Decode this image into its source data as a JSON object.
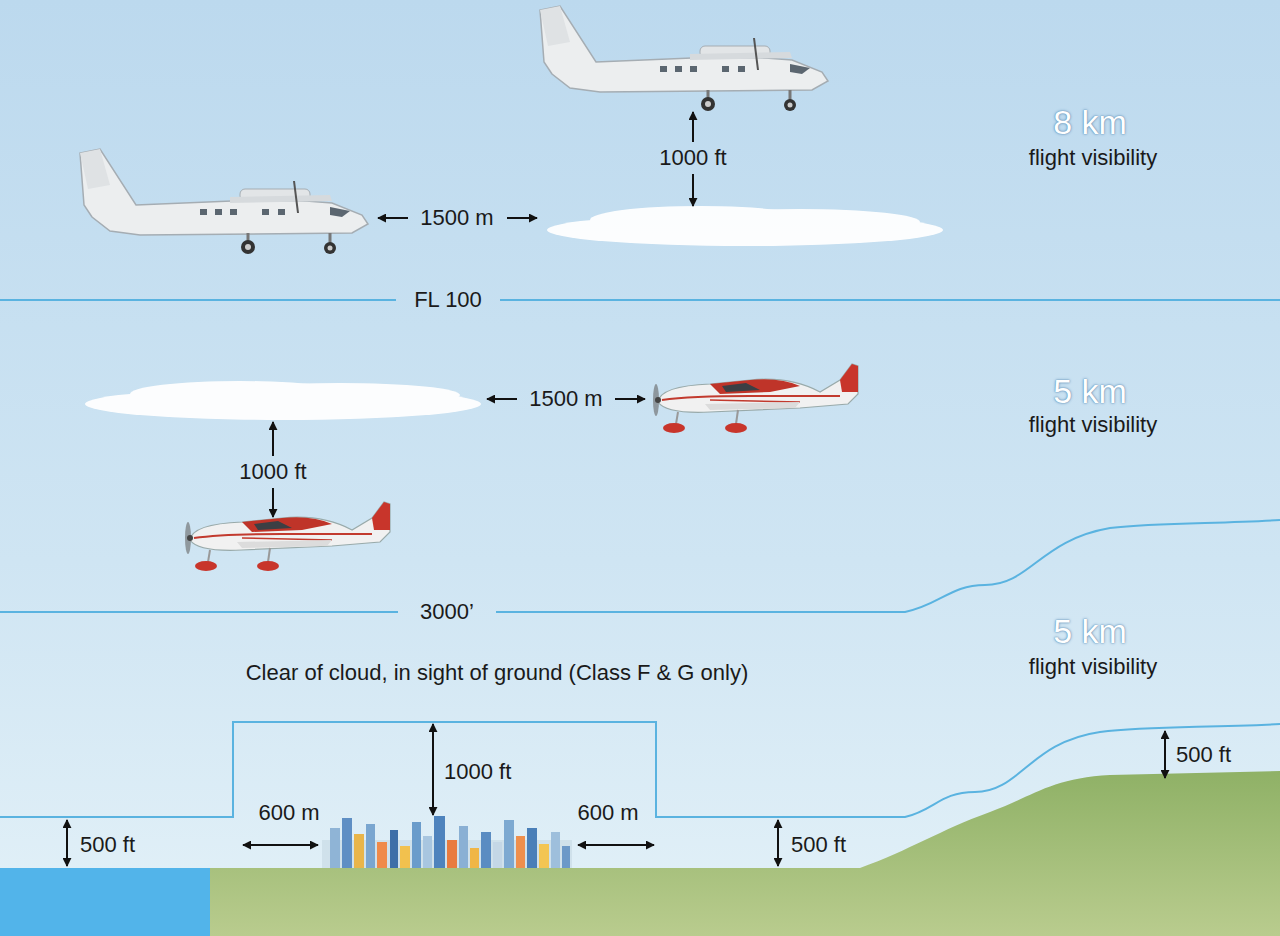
{
  "diagram": {
    "labels": [
      "8 km",
      "flight visibility",
      "1000 ft",
      "1500 m",
      "FL 100",
      "5 km",
      "flight visibility",
      "1500 m",
      "1000 ft",
      "3000’",
      "5 km",
      "flight visibility",
      "Clear of cloud, in sight of ground (Class F & G only)",
      "1000 ft",
      "600 m",
      "600 m",
      "500 ft",
      "500 ft",
      "500 ft"
    ]
  }
}
